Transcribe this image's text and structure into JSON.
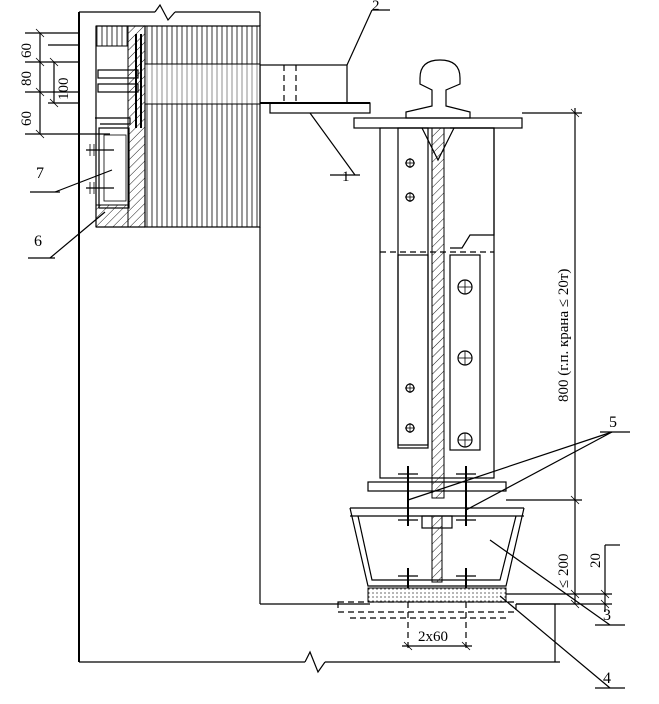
{
  "dimensions": {
    "d60_top": "60",
    "d80": "80",
    "d100": "100",
    "d60_bottom": "60",
    "height_main": "800 (г.п. крана ≤ 20т)",
    "height_lower": "≤ 200",
    "d20": "20",
    "spacing": "2х60"
  },
  "callouts": {
    "c1": "1",
    "c2": "2",
    "c3": "3",
    "c4": "4",
    "c5": "5",
    "c6": "6",
    "c7": "7"
  }
}
